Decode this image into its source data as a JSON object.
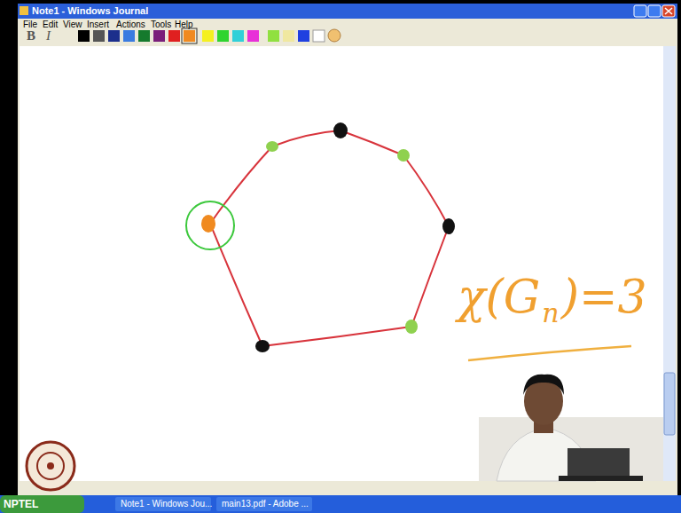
{
  "diagram": {
    "labels": [
      "Note1 - Windows Journal",
      "File",
      "Edit",
      "View",
      "Insert",
      "Actions",
      "Tools",
      "Help",
      "B",
      "I",
      "χ(G",
      "n",
      ")=3",
      "NPTEL",
      "Note1 - Windows Jou...",
      "main13.pdf - Adobe ..."
    ]
  }
}
